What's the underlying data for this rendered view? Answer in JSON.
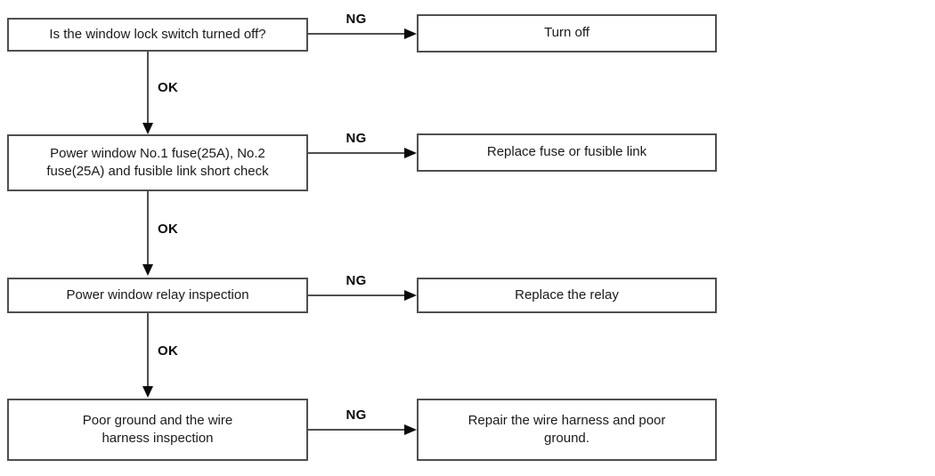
{
  "diagram": {
    "type": "troubleshooting-flowchart",
    "colors": {
      "background": "#ffffff",
      "box_border": "#4f4f4f",
      "line": "#4f4f4f",
      "arrowhead": "#0a0a0a",
      "text": "#1a1a1a"
    },
    "steps": [
      {
        "check": "Is the window lock switch turned off?",
        "ng": "NG",
        "action": "Turn off",
        "ok": "OK"
      },
      {
        "check": "Power window No.1 fuse(25A), No.2\nfuse(25A) and fusible link short check",
        "ng": "NG",
        "action": "Replace fuse or fusible link",
        "ok": "OK"
      },
      {
        "check": "Power window relay inspection",
        "ng": "NG",
        "action": "Replace the relay",
        "ok": "OK"
      },
      {
        "check": "Poor ground and the wire\nharness inspection",
        "ng": "NG",
        "action": "Repair the wire harness and poor\nground."
      }
    ]
  }
}
